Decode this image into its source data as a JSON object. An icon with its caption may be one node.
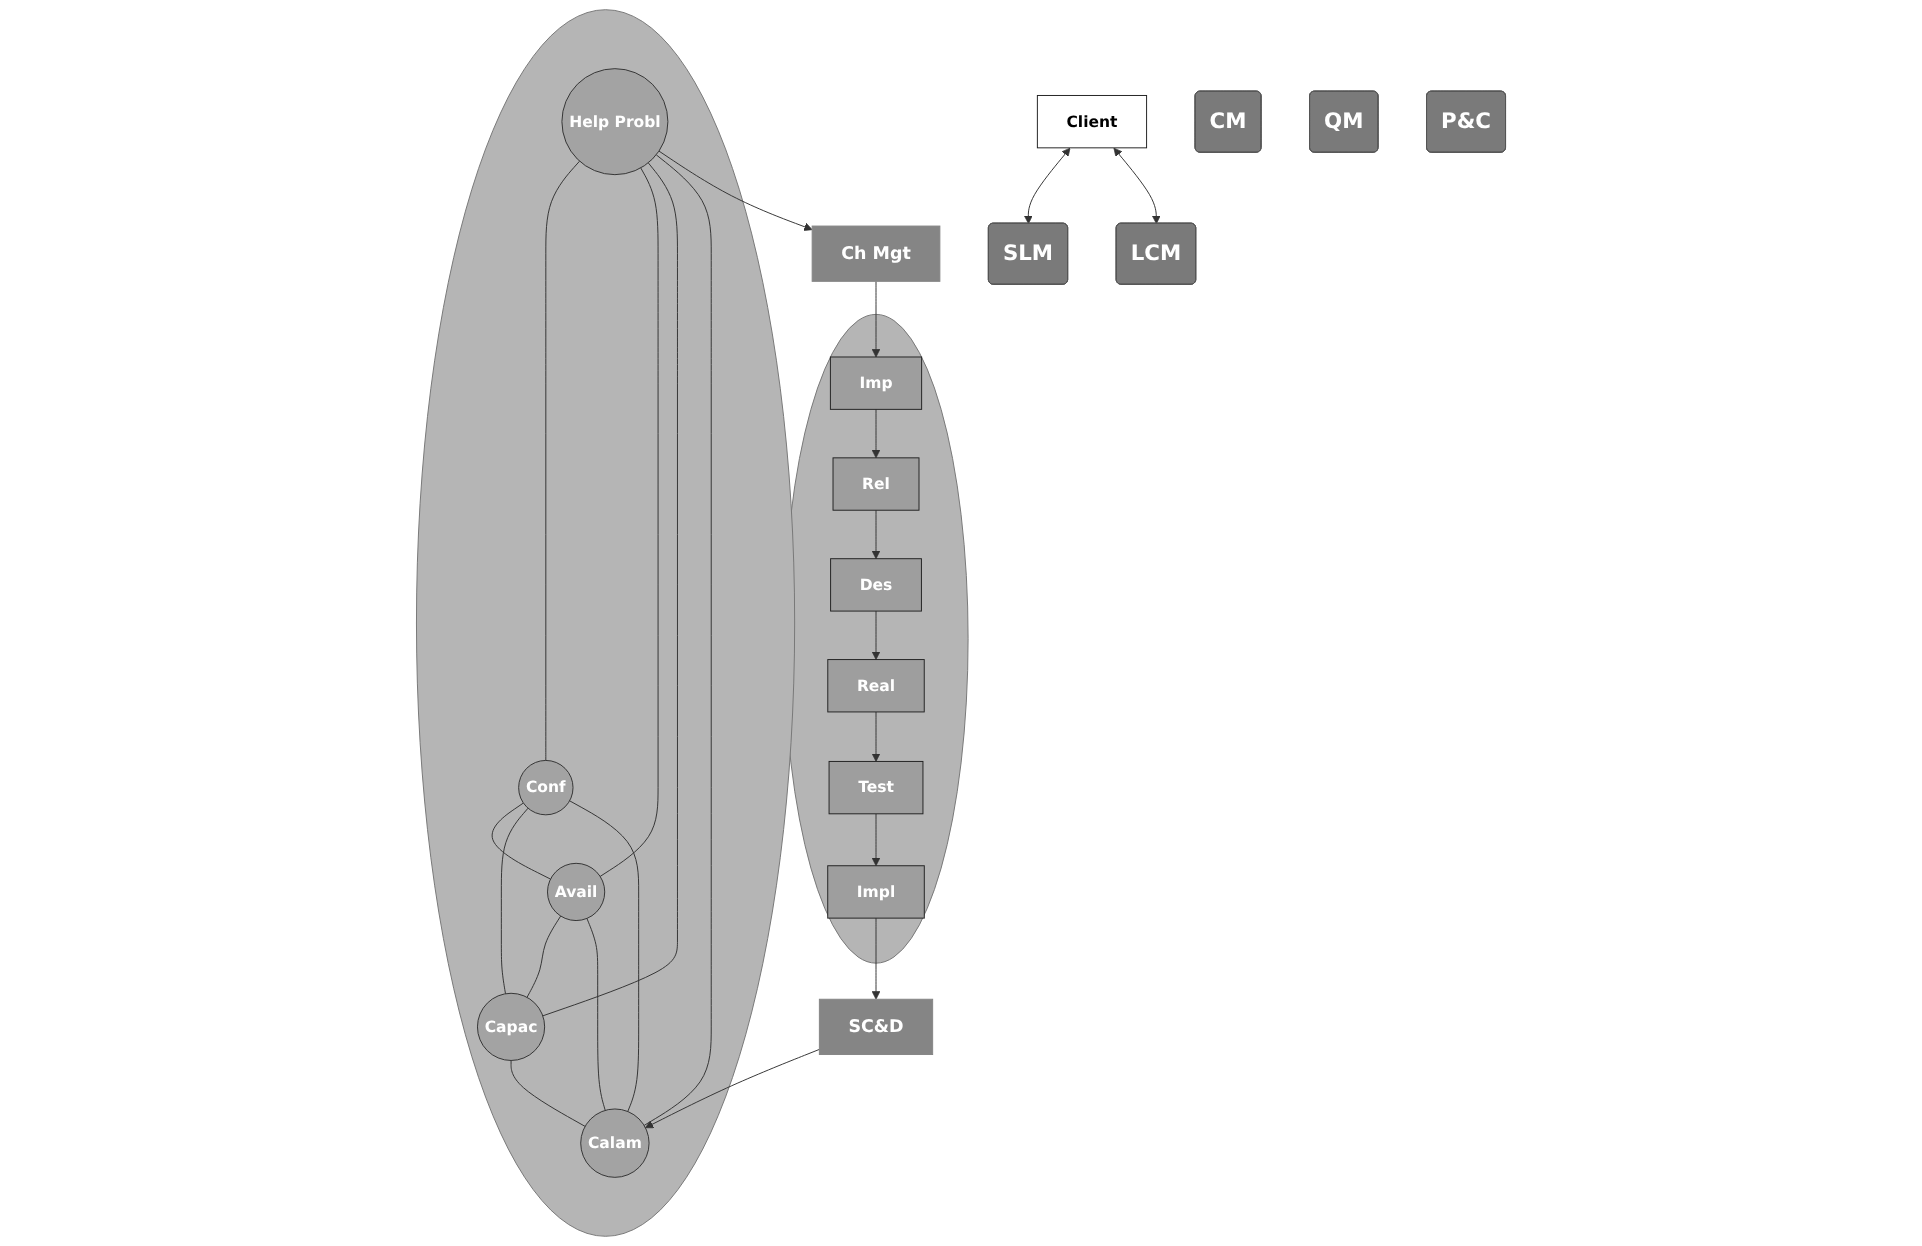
{
  "diagram": {
    "nodes": [
      {
        "text": [
          "Client"
        ]
      },
      {
        "text": [
          "SLM"
        ]
      },
      {
        "text": [
          "LCM"
        ]
      },
      {
        "text": [
          "CM"
        ]
      },
      {
        "text": [
          "QM"
        ]
      },
      {
        "text": [],
        "shape": "circle"
      },
      {
        "text": [
          "Help Probl"
        ],
        "in": 5
      },
      {
        "text": [
          "Conf"
        ],
        "in": 5
      },
      {
        "text": [
          "Avail"
        ],
        "in": 5
      },
      {
        "text": [
          "Capac"
        ],
        "in": 5
      },
      {
        "text": [
          "Calam"
        ],
        "in": 5
      },
      {
        "text": [
          "Ch Mgt"
        ]
      },
      {
        "text": [
          "SC&D"
        ]
      },
      {
        "text": [],
        "shape": "circle"
      },
      {
        "text": [
          "Imp"
        ],
        "in": 13
      },
      {
        "text": [
          "Rel"
        ],
        "in": 13
      },
      {
        "text": [
          "Des"
        ],
        "in": 13
      },
      {
        "text": [
          "Real"
        ],
        "in": 13
      },
      {
        "text": [
          "Impl"
        ],
        "in": 13
      },
      {
        "text": [
          "Test"
        ],
        "in": 13
      },
      {
        "text": [
          "P&C"
        ]
      }
    ],
    "edges": [
      {
        "from": 0,
        "to": 1,
        "arrow": "both"
      },
      {
        "from": 0,
        "to": 2,
        "arrow": "both"
      },
      {
        "from": 6,
        "to": 7,
        "arrow": "none"
      },
      {
        "from": 6,
        "to": 8,
        "arrow": "none"
      },
      {
        "from": 6,
        "to": 9,
        "arrow": "none"
      },
      {
        "from": 6,
        "to": 10,
        "arrow": "none"
      },
      {
        "from": 7,
        "to": 8,
        "arrow": "none"
      },
      {
        "from": 7,
        "to": 9,
        "arrow": "none"
      },
      {
        "from": 7,
        "to": 10,
        "arrow": "none"
      },
      {
        "from": 8,
        "to": 9,
        "arrow": "none"
      },
      {
        "from": 8,
        "to": 10,
        "arrow": "none"
      },
      {
        "from": 9,
        "to": 10,
        "arrow": "none"
      },
      {
        "from": 6,
        "to": 11,
        "arrow": "to"
      },
      {
        "from": 11,
        "to": 14,
        "arrow": "to"
      },
      {
        "from": 14,
        "to": 15,
        "arrow": "to"
      },
      {
        "from": 15,
        "to": 16,
        "arrow": "to"
      },
      {
        "from": 16,
        "to": 17,
        "arrow": "to"
      },
      {
        "from": 17,
        "to": 19,
        "arrow": "to"
      },
      {
        "from": 19,
        "to": 18,
        "arrow": "to"
      },
      {
        "from": 18,
        "to": 12,
        "arrow": "to"
      },
      {
        "from": 12,
        "to": 10,
        "arrow": "to"
      }
    ]
  }
}
